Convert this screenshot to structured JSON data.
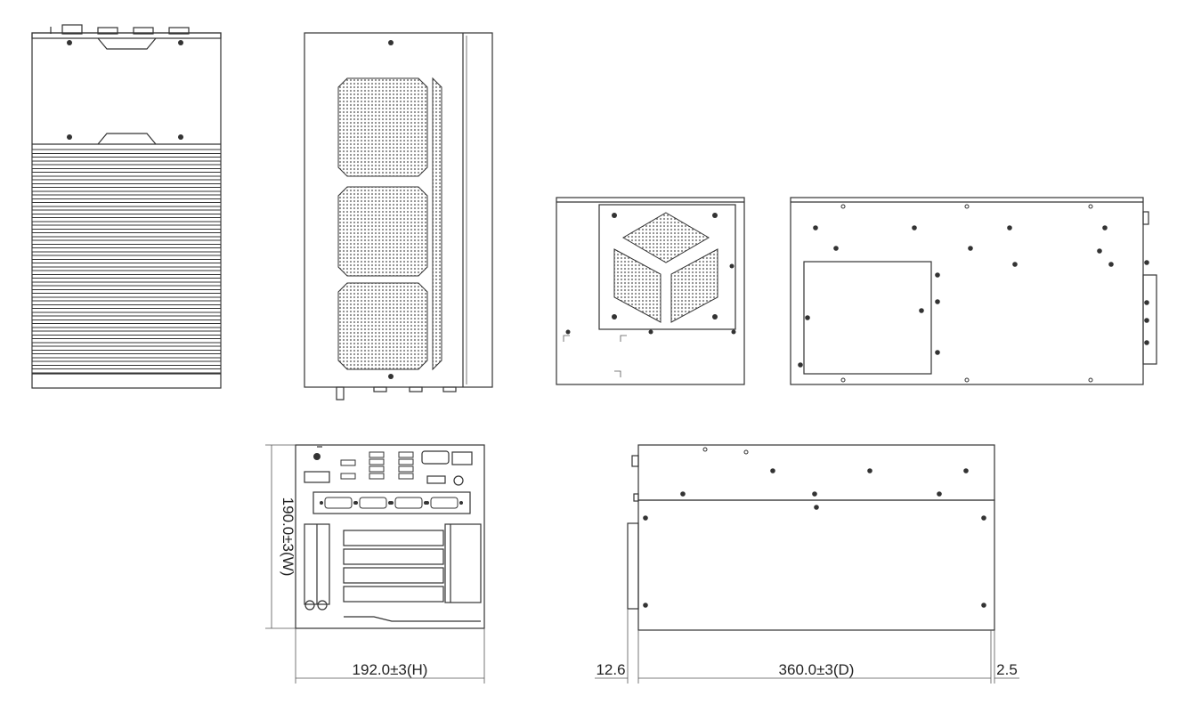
{
  "dimensions": {
    "width_label": "190.0±3(W)",
    "height_label": "192.0±3(H)",
    "front_offset_label": "12.6",
    "depth_label": "360.0±3(D)",
    "rear_offset_label": "2.5"
  },
  "colors": {
    "line": "#333333",
    "mesh": "#8a8a8a",
    "background": "#ffffff"
  }
}
